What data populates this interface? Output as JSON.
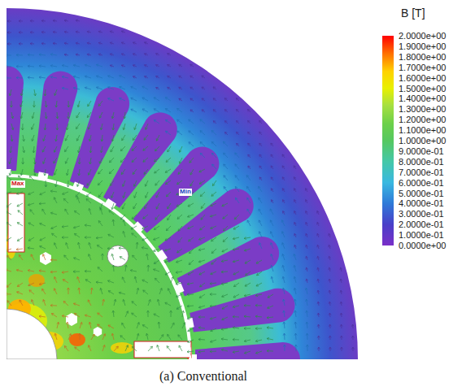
{
  "diagram": {
    "caption": "(a) Conventional",
    "labels": [
      "B [T]",
      "2.0000e+00",
      "1.9000e+00",
      "1.8000e+00",
      "1.7000e+00",
      "1.6000e+00",
      "1.5000e+00",
      "1.4000e+00",
      "1.3000e+00",
      "1.2000e+00",
      "1.1000e+00",
      "1.0000e+00",
      "9.0000e-01",
      "8.0000e-01",
      "7.0000e-01",
      "6.0000e-01",
      "5.0000e-01",
      "4.0000e-01",
      "3.0000e-01",
      "2.0000e-01",
      "1.0000e-01",
      "0.0000e+00",
      "Max",
      "Min"
    ]
  }
}
